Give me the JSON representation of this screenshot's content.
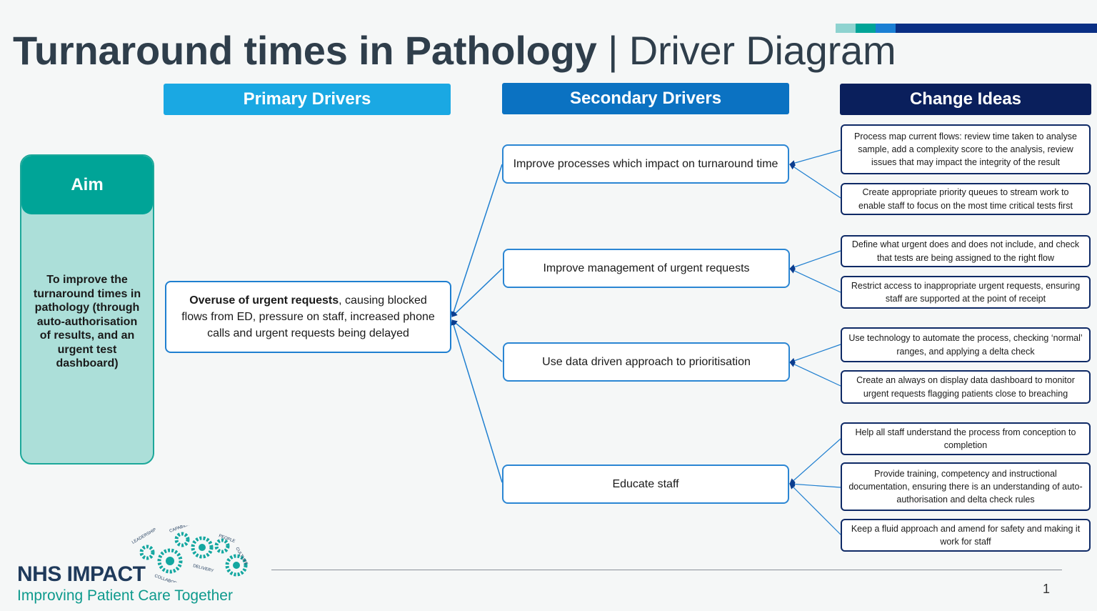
{
  "title": {
    "bold": "Turnaround times in Pathology",
    "separator": "|",
    "light": "Driver Diagram"
  },
  "accent_colors": [
    "#8ed3d0",
    "#00a497",
    "#1a7fd4",
    "#0a2f84"
  ],
  "headers": {
    "primary": "Primary Drivers",
    "secondary": "Secondary Drivers",
    "change": "Change Ideas"
  },
  "aim": {
    "label": "Aim",
    "text": "To improve the turnaround times in pathology (through auto-authorisation of results, and an urgent test dashboard)"
  },
  "primary_driver": {
    "bold": "Overuse of urgent requests",
    "rest": ", causing blocked flows from ED, pressure on staff, increased phone calls and urgent requests being delayed"
  },
  "secondary_drivers": [
    "Improve processes which impact on turnaround time",
    "Improve management of urgent requests",
    "Use data driven approach to prioritisation",
    "Educate staff"
  ],
  "change_ideas": [
    "Process map current flows: review time taken to analyse sample, add a complexity score to the analysis, review issues that may impact the integrity of the result",
    "Create appropriate priority queues to stream work to enable staff to focus on the most time critical tests first",
    "Define what urgent does and does not include, and check that tests are being assigned to the right flow",
    "Restrict access to inappropriate urgent requests, ensuring staff are supported at the point of receipt",
    "Use technology to automate the process, checking ‘normal’ ranges, and applying a delta check",
    "Create an always on display data dashboard to monitor urgent requests flagging patients close to breaching",
    "Help all staff understand the process from conception to completion",
    "Provide training, competency and instructional documentation, ensuring there is an understanding of auto-authorisation and delta check rules",
    "Keep a fluid approach and amend for safety and making it work for staff"
  ],
  "logo": {
    "name": "NHS IMPACT",
    "tagline": "Improving Patient Care Together",
    "gear_words": [
      "LEADERSHIP",
      "CAPABILITY",
      "PEOPLE",
      "CULTURE",
      "DELIVERY",
      "COLLABORATION"
    ]
  },
  "page_number": "1"
}
